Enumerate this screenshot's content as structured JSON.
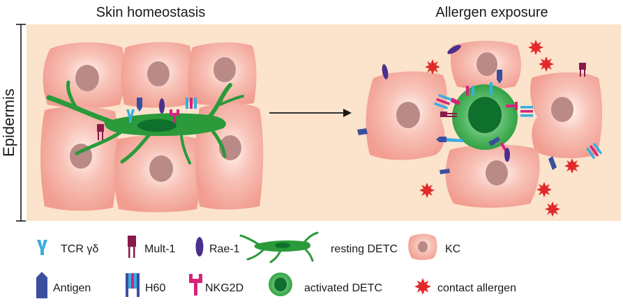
{
  "panels": {
    "left_title": "Skin homeostasis",
    "right_title": "Allergen exposure"
  },
  "side_label": "Epidermis",
  "legend": {
    "items": [
      {
        "key": "tcr",
        "icon": "tcr-icon",
        "label": "TCR γδ"
      },
      {
        "key": "mult1",
        "icon": "mult1-icon",
        "label": "Mult-1"
      },
      {
        "key": "rae1",
        "icon": "rae1-icon",
        "label": "Rae-1"
      },
      {
        "key": "resting",
        "icon": "resting-detc-icon",
        "label": "resting DETC"
      },
      {
        "key": "kc",
        "icon": "kc-icon",
        "label": "KC"
      },
      {
        "key": "antigen",
        "icon": "antigen-icon",
        "label": "Antigen"
      },
      {
        "key": "h60",
        "icon": "h60-icon",
        "label": "H60"
      },
      {
        "key": "nkg2d",
        "icon": "nkg2d-icon",
        "label": "NKG2D"
      },
      {
        "key": "activated",
        "icon": "activated-detc-icon",
        "label": "activated DETC"
      },
      {
        "key": "allergen",
        "icon": "contact-allergen-icon",
        "label": "contact allergen"
      }
    ]
  },
  "colors": {
    "background": "#fbe3cc",
    "kc_fill": "#f4a89c",
    "kc_center": "#fff3ee",
    "kc_nucleus": "#b98a86",
    "detc_green": "#2a9a3a",
    "detc_dark": "#0f6f2c",
    "tcr_blue": "#36aee0",
    "mult1_maroon": "#8a1a4a",
    "rae1_purple": "#4b2f8e",
    "antigen_blue": "#3a4f9e",
    "nkg2d_magenta": "#d6237a",
    "allergen_red": "#e32a2a"
  }
}
